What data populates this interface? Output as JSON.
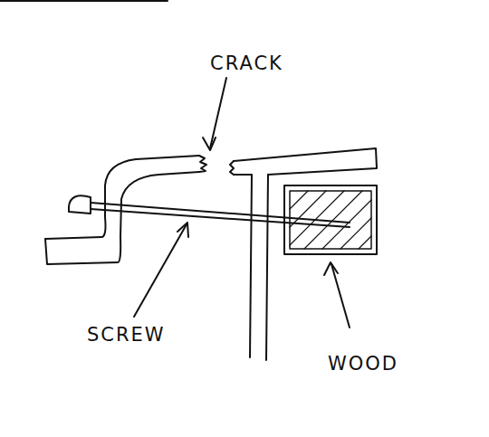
{
  "diagram": {
    "labels": [
      "CRACK",
      "SCREW",
      "WOOD"
    ]
  }
}
